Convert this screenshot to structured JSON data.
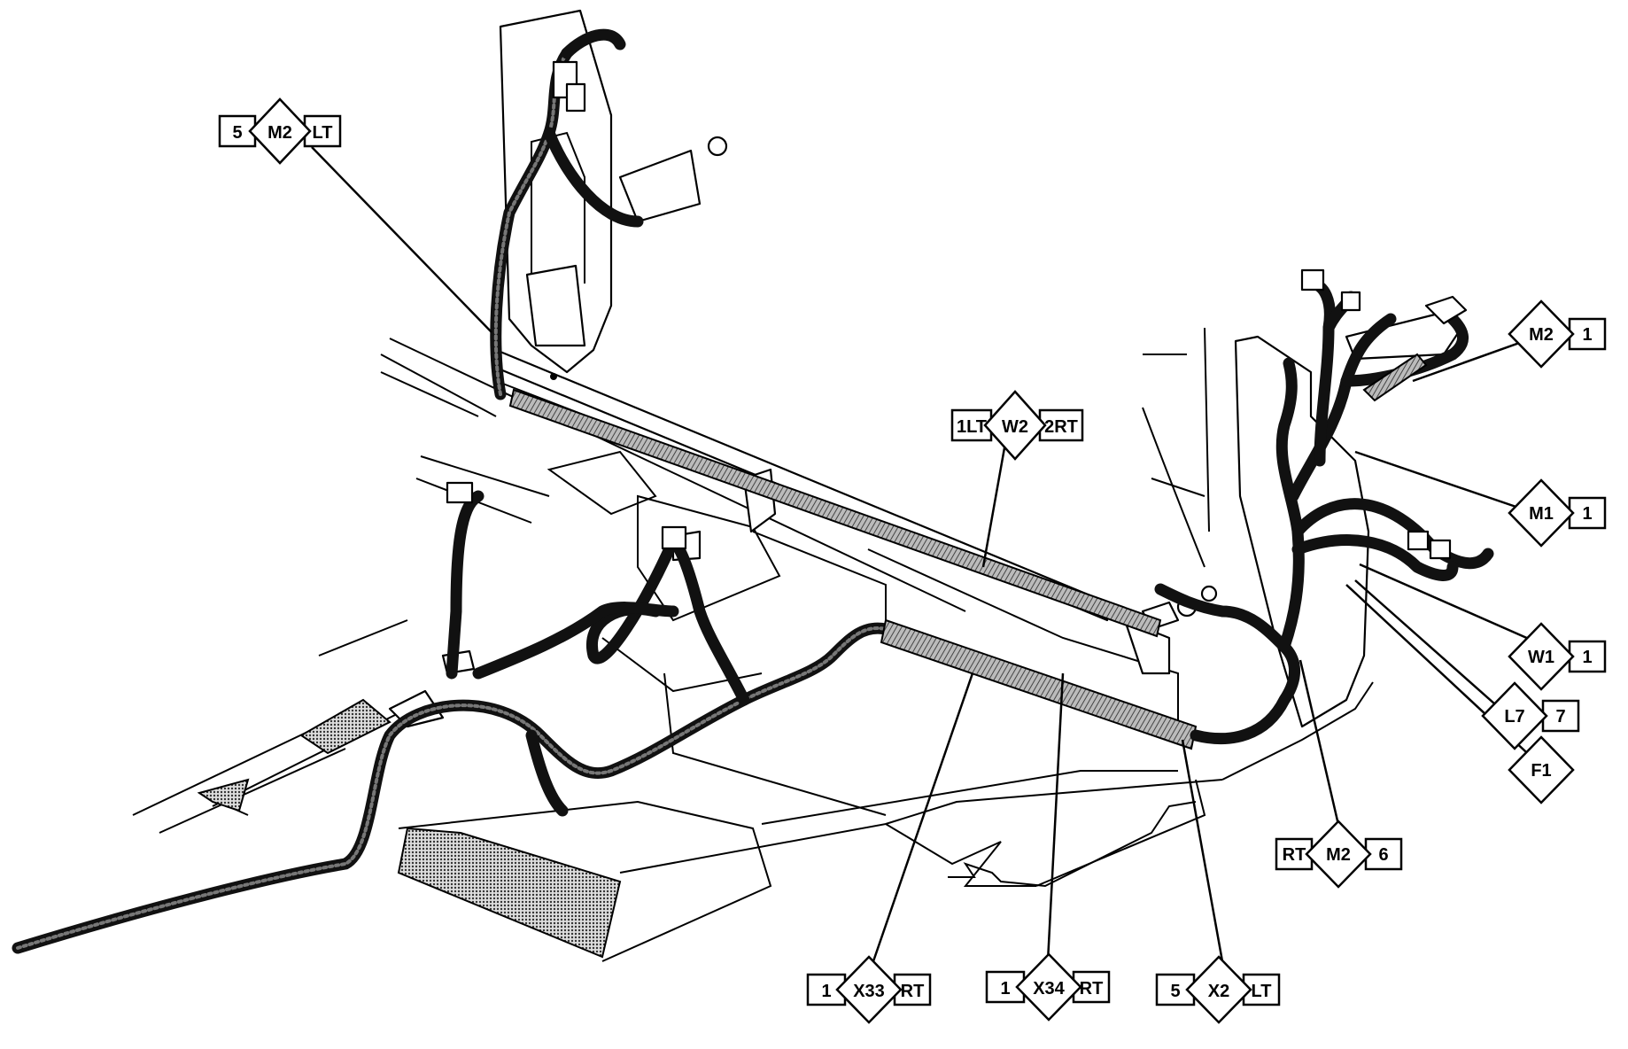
{
  "callouts": {
    "m2_lt_5": {
      "left": "5",
      "code": "M2",
      "right": "LT"
    },
    "m2_1": {
      "code": "M2",
      "right": "1"
    },
    "w2_1lt_2rt": {
      "left": "1LT",
      "code": "W2",
      "right": "2RT"
    },
    "m1_1": {
      "code": "M1",
      "right": "1"
    },
    "w1_1": {
      "code": "W1",
      "right": "1"
    },
    "l7_7": {
      "code": "L7",
      "right": "7"
    },
    "f1": {
      "code": "F1"
    },
    "m2_rt_6": {
      "left": "RT",
      "code": "M2",
      "right": "6"
    },
    "x33": {
      "left": "1",
      "code": "X33",
      "right": "RT"
    },
    "x34": {
      "left": "1",
      "code": "X34",
      "right": "RT"
    },
    "x2": {
      "left": "5",
      "code": "X2",
      "right": "LT"
    }
  }
}
